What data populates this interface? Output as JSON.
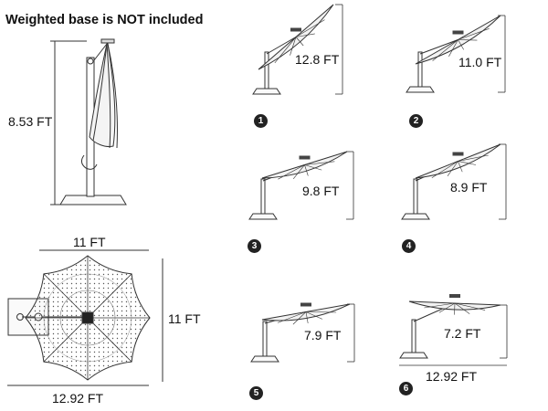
{
  "header": {
    "title": "Weighted base is NOT included"
  },
  "side_view": {
    "height_label": "8.53 FT"
  },
  "top_view": {
    "width_label": "11 FT",
    "height_label": "11 FT",
    "rotation_label": "12.92 FT"
  },
  "positions": [
    {
      "number": "1",
      "height_label": "12.8 FT"
    },
    {
      "number": "2",
      "height_label": "11.0 FT"
    },
    {
      "number": "3",
      "height_label": "9.8 FT"
    },
    {
      "number": "4",
      "height_label": "8.9 FT"
    },
    {
      "number": "5",
      "height_label": "7.9 FT"
    },
    {
      "number": "6",
      "height_label": "7.2 FT",
      "width_label": "12.92 FT"
    }
  ],
  "colors": {
    "line": "#333333",
    "canopy_fill": "#f2f2f2",
    "solar": "#444444"
  }
}
